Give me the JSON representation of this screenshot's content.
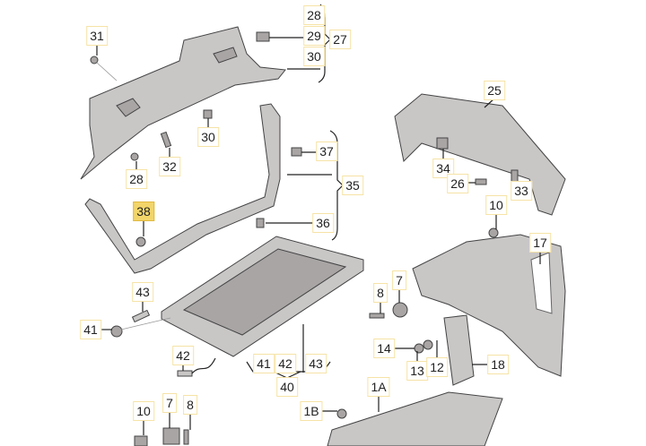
{
  "title": "Luggage compartment trim parts diagram",
  "highlighted_label": "38",
  "labels": [
    {
      "id": "31",
      "text": "31"
    },
    {
      "id": "28a",
      "text": "28"
    },
    {
      "id": "29",
      "text": "29"
    },
    {
      "id": "30a",
      "text": "30"
    },
    {
      "id": "27",
      "text": "27"
    },
    {
      "id": "30b",
      "text": "30"
    },
    {
      "id": "32",
      "text": "32"
    },
    {
      "id": "28b",
      "text": "28"
    },
    {
      "id": "37",
      "text": "37"
    },
    {
      "id": "35",
      "text": "35"
    },
    {
      "id": "38",
      "text": "38"
    },
    {
      "id": "36",
      "text": "36"
    },
    {
      "id": "25",
      "text": "25"
    },
    {
      "id": "34",
      "text": "34"
    },
    {
      "id": "26",
      "text": "26"
    },
    {
      "id": "33",
      "text": "33"
    },
    {
      "id": "10a",
      "text": "10"
    },
    {
      "id": "17",
      "text": "17"
    },
    {
      "id": "7a",
      "text": "7"
    },
    {
      "id": "8a",
      "text": "8"
    },
    {
      "id": "14",
      "text": "14"
    },
    {
      "id": "13",
      "text": "13"
    },
    {
      "id": "12",
      "text": "12"
    },
    {
      "id": "18",
      "text": "18"
    },
    {
      "id": "43a",
      "text": "43"
    },
    {
      "id": "41a",
      "text": "41"
    },
    {
      "id": "42a",
      "text": "42"
    },
    {
      "id": "41b",
      "text": "41"
    },
    {
      "id": "42b",
      "text": "42"
    },
    {
      "id": "43b",
      "text": "43"
    },
    {
      "id": "40",
      "text": "40"
    },
    {
      "id": "1A",
      "text": "1A"
    },
    {
      "id": "1B",
      "text": "1B"
    },
    {
      "id": "10b",
      "text": "10"
    },
    {
      "id": "7b",
      "text": "7"
    },
    {
      "id": "8b",
      "text": "8"
    }
  ],
  "colors": {
    "highlight": "#f2d56a",
    "label_border": "#f6e3a6",
    "part_fill": "#c9c6c6"
  }
}
